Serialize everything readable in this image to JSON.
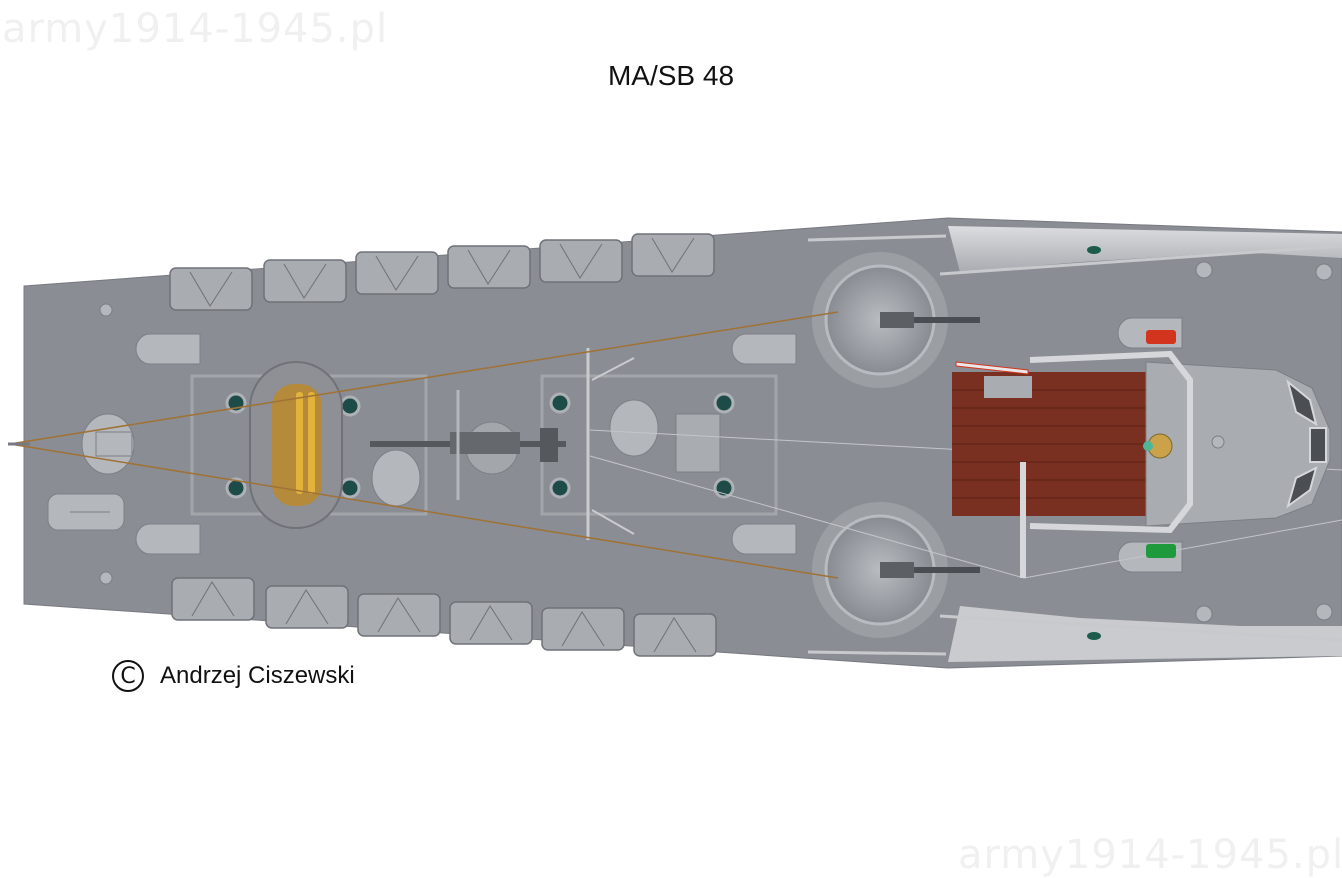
{
  "watermark": "army1914-1945.pl",
  "title": "MA/SB 48",
  "credit": {
    "symbol": "C",
    "author": "Andrzej Ciszewski"
  },
  "colors": {
    "deck": "#8a8d93",
    "deck_dark": "#6f7278",
    "fitting": "#a9acb1",
    "wood_deck": "#7a3020",
    "raft": "#8e9095",
    "raft_inner": "#b58a3a",
    "paddle": "#e3b23a",
    "light_red": "#d3341e",
    "light_green": "#1e9a3c",
    "rigging": "#a07236"
  }
}
